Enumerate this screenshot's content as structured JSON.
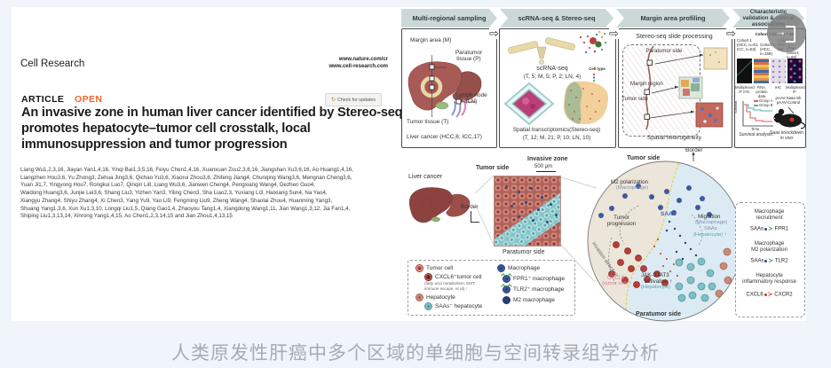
{
  "caption": "人类原发性肝癌中多个区域的单细胞与空间转录组学分析",
  "paper": {
    "journal": "Cell Research",
    "url1": "www.nature.com/cr",
    "url2": "www.cell-research.com",
    "article": "ARTICLE",
    "open": "OPEN",
    "check_updates": "Check for updates",
    "title1": "An invasive zone in human liver cancer identified by Stereo-seq",
    "title2": "promotes hepatocyte–tumor cell crosstalk, local",
    "title3": "immunosuppression and tumor progression",
    "authors": [
      "Liang Wu1,2,3,16, Jiayan Yan1,4,16, Yinqi Bai1,3,5,16, Feiyu Chen1,4,16, Xuanxuan Zou2,3,6,16, Jiangshan Xu3,6,16, Ao Huang1,4,16,",
      "Liangzhen Hou3,6, Yu Zhong3, Zehua Jing3,6, Qichao Yu3,6, Xiaorui Zhou3,6, Zhifeng Jiang4, Chunqing Wang3,6, Mengnan Cheng3,6,",
      "Yuan Ji1,7, Yingyong Hou7, Rongkui Luo7, Qinqin Li8, Liang Wu3,6, Jianwen Cheng4, Pengxiang Wang4, Dezhen Guo4,",
      "Waidong Huang3,6, Junjie Lei3,6, Shang Liu3, Yizhen Yan3, Yiling Chen3, Sha Liao2,3, Yuxiang Li3, Haixiang Sun4, Na Yao4,",
      "Xiangyu Zhang4, Shiyu Zhang4, Xi Chen3, Yang Yu9, Yao Li9, Fengming Liu9, Zheng Wang4, Shaolai Zhou4, Huanming Yang3,",
      "Shuang Yang1,3,6, Xun Xu1,3,10, Longqi Liu1,5, Qiang Gao1,4, Zhaoyou Tang1,4, Xiangdong Wang1,11, Jian Wang1,3,12, Jia Fan1,4,",
      "Shiping Liu1,3,13,14, Xinrong Yang1,4,15, Ao Chen1,2,3,14,15 and Jian Zhou1,4,13,15"
    ]
  },
  "ga": {
    "steps": {
      "s1": "Multi-regional sampling",
      "s2": "scRNA-seq & Stereo-seq",
      "s3": "Margin area profiling",
      "s4": "Characteristic validation & clinical associations"
    },
    "p1": {
      "margin": "Margin area (M)",
      "paratumor": "Paratumor tissue (P)",
      "lymph": "Lymph node (LN)",
      "tumor": "Tumor tissue (T)",
      "cancer": "Liver cancer (HCC,6; ICC,17)"
    },
    "p2": {
      "scrna": "scRNA-seq",
      "scrna_n": "(T, 5; M, 5; P, 2; LN, 4)",
      "celltype": "Cell type",
      "st": "Spatial transcriptomics(Stereo-seq)",
      "st_n": "(T, 12; M, 21; P, 10; LN, 10)"
    },
    "p3": {
      "title": "Stereo-seq slide processing",
      "paratumor": "Paratumor side",
      "margin": "Margin region",
      "tumor": "Tumor side",
      "bottom": "Spatial heterogeneity"
    },
    "p4": {
      "c1": "Cohort 1 (HCC, n=51; ICC, n=52)",
      "c2": "Cohort 2 (ICC, n = 10)",
      "c5": "Cohort 5 (HCC, n=159)",
      "c3": "Cohort 3 (ICC, n = 85)",
      "c4": "(Pan-cancer, n=60)",
      "t1": "Multiplexed IF IHC",
      "t2": "RNA, protein data",
      "t3": "IHC",
      "t4": "Multiplexed IF",
      "grpA": "Group A",
      "grpB": "Group B",
      "time": "Time",
      "surv": "Survival",
      "surv_caption": "Survival analysis",
      "aav1": "pAAV-Saas-Sh",
      "aav2": "pAAV-Control",
      "mouse1": "Saas knockdown",
      "mouse2": "in vivo"
    },
    "zoomrow": {
      "liver": "Liver cancer",
      "tumor_side": "Tumor side",
      "invasive": "Invasive zone",
      "scale": "500 μm",
      "border": "Border",
      "paratumor_side": "Paratumor side"
    },
    "circle": {
      "tumor_side": "Tumor side",
      "border": "Border",
      "m2": "M2 polarization",
      "m2_sub": "(Macrophage)",
      "prog": "Tumor progression",
      "saas": "SAAs",
      "mig": "Migration",
      "mig_sub": "(Macrophage)",
      "mig_saas": "SAAs",
      "mig_hep": "(Hepatocyte) ↑",
      "inv": "Invasion direction",
      "cxcl6": "CXCL6⁺",
      "cxcl6_sub": "(tumor cell) ↑",
      "jak": "JAK-STAT3",
      "jak2": "activation ↑",
      "jak_sub": "(Hepatocyte)",
      "paratumor_side": "Paratumor side"
    },
    "legend": {
      "tumor": "Tumor cell",
      "cxcl6": "CXCL6⁺tumor cell",
      "note1": "(fatty acid metabolism, EMT,",
      "note2": "immune escape, et al) ↑",
      "hep": "Hepatocyte",
      "saas_hep": "SAAs⁺ hepatocyte",
      "mac": "Macrophage",
      "fpr1": "FPR1⁺ macrophage",
      "tlr2": "TLR2⁺ macrophage",
      "m2": "M2 macrophage"
    },
    "path": {
      "t1a": "Macrophage",
      "t1b": "recruitment",
      "f1l": "SAAs",
      "f1r": "FPR1",
      "t2a": "Macrophage",
      "t2b": "M2 polarization",
      "f2l": "SAAs",
      "f2r": "TLR2",
      "t3a": "Hepatocyte",
      "t3b": "inflammatory response",
      "f3l": "CXCL6",
      "f3r": "CXCR2"
    }
  },
  "colors": {
    "open_accent": "#f0662d",
    "banner": "#ccd8d8",
    "tumor_red": "#c2413d",
    "hepatocyte_salmon": "#c98a77",
    "saas_teal": "#7fbec4",
    "macrophage_blue": "#3b5a9e",
    "receptor_green": "#4a9e4a",
    "receptor_red": "#cc4444",
    "background": "#f0f4fb"
  }
}
